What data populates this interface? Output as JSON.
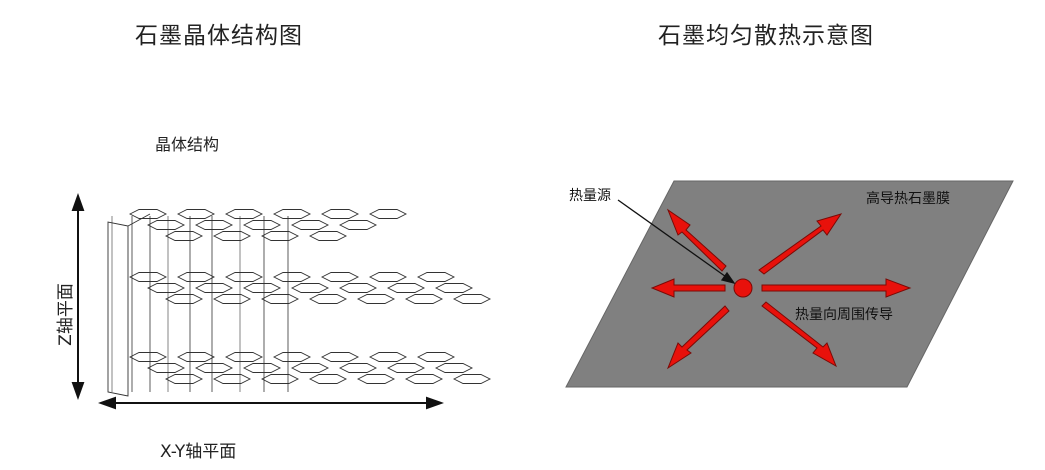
{
  "left_panel": {
    "title": "石墨晶体结构图",
    "crystal_label": "晶体结构",
    "x_axis_label": "X-Y轴平面",
    "z_axis_label": "Z轴平面"
  },
  "right_panel": {
    "title": "石墨均匀散热示意图",
    "heat_source_label": "热量源",
    "film_label": "高导热石墨膜",
    "conduction_label": "热量向周围传导"
  },
  "colors": {
    "film": "#808080",
    "arrow": "#e8110b",
    "source": "#e8110b",
    "lines": "#333333"
  }
}
